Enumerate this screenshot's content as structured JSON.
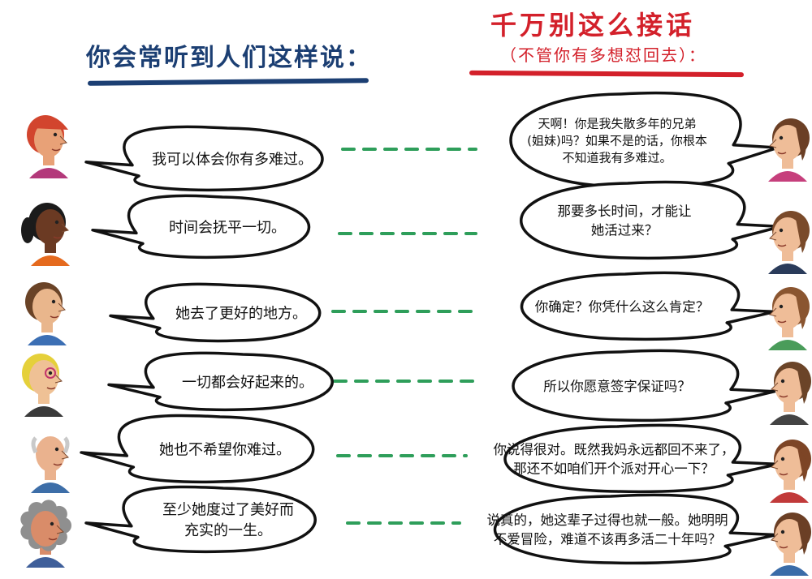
{
  "left_heading": "你会常听到人们这样说：",
  "right_heading": "千万别这么接话",
  "right_subheading": "（不管你有多想怼回去）：",
  "colors": {
    "left_accent": "#1c3f73",
    "right_accent": "#d3202a",
    "connector": "#2e9e5a"
  },
  "rows": [
    {
      "left": [
        "我可以体会你有多难过。"
      ],
      "right": [
        "天啊！你是我失散多年的兄弟",
        "(姐妹)吗？如果不是的话，你根本",
        "不知道我有多难过。"
      ]
    },
    {
      "left": [
        "时间会抚平一切。"
      ],
      "right": [
        "那要多长时间，才能让",
        "她活过来？"
      ]
    },
    {
      "left": [
        "她去了更好的地方。"
      ],
      "right": [
        "你确定？你凭什么这么肯定？"
      ]
    },
    {
      "left": [
        "一切都会好起来的。"
      ],
      "right": [
        "所以你愿意签字保证吗？"
      ]
    },
    {
      "left": [
        "她也不希望你难过。"
      ],
      "right": [
        "你说得很对。既然我妈永远都回不来了，",
        "那还不如咱们开个派对开心一下？"
      ]
    },
    {
      "left": [
        "至少她度过了美好而",
        "充实的一生。"
      ],
      "right": [
        "说真的，她这辈子过得也就一般。她明明",
        "不爱冒险，难道不该再多活二十年吗？"
      ]
    }
  ]
}
